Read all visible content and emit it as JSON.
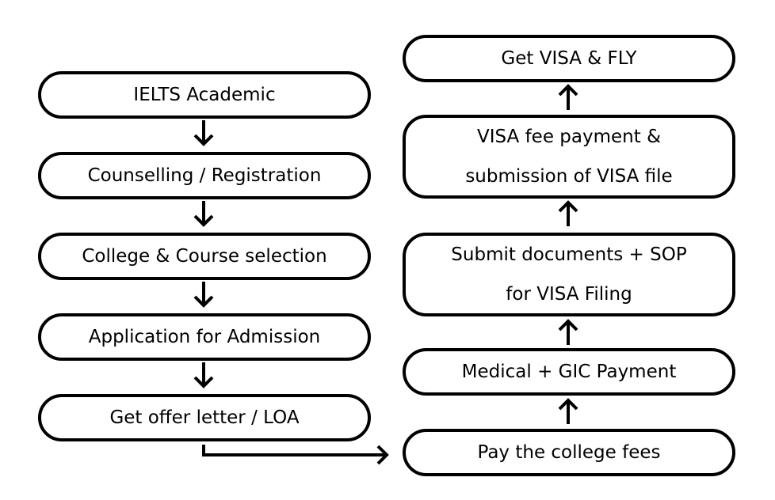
{
  "diagram": {
    "left_column": [
      {
        "id": "ielts",
        "label": "IELTS Academic"
      },
      {
        "id": "counselling",
        "label": "Counselling / Registration"
      },
      {
        "id": "college",
        "label": "College & Course selection"
      },
      {
        "id": "application",
        "label": "Application for Admission"
      },
      {
        "id": "offer",
        "label": "Get offer letter / LOA"
      }
    ],
    "right_column": [
      {
        "id": "visa_fly",
        "label": "Get VISA & FLY"
      },
      {
        "id": "visa_fee",
        "label": "VISA fee payment & submission of VISA file"
      },
      {
        "id": "submit_docs",
        "label": "Submit documents + SOP for VISA Filing"
      },
      {
        "id": "medical",
        "label": "Medical + GIC Payment"
      },
      {
        "id": "pay_fees",
        "label": "Pay the college fees"
      }
    ],
    "flow_order": [
      "ielts",
      "counselling",
      "college",
      "application",
      "offer",
      "pay_fees",
      "medical",
      "submit_docs",
      "visa_fee",
      "visa_fly"
    ],
    "colors": {
      "stroke": "#000000",
      "background": "#ffffff",
      "text": "#000000"
    }
  }
}
